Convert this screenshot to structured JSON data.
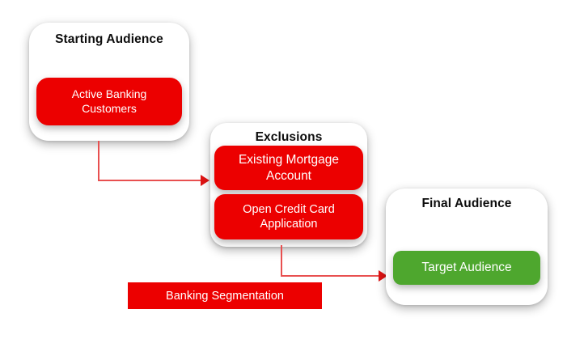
{
  "colors": {
    "red": "#EC0000",
    "green": "#4EA72E",
    "arrow_line": "#E85050",
    "arrow_head": "#E01414",
    "text_dark": "#0D0D0D",
    "background": "#FFFFFF"
  },
  "nodes": {
    "starting": {
      "title": "Starting Audience",
      "pill": "Active Banking Customers"
    },
    "exclusions": {
      "title": "Exclusions",
      "pills": [
        "Existing Mortgage Account",
        "Open Credit Card Application"
      ]
    },
    "final": {
      "title": "Final Audience",
      "pill": "Target Audience"
    },
    "footer": {
      "label": "Banking Segmentation"
    }
  }
}
